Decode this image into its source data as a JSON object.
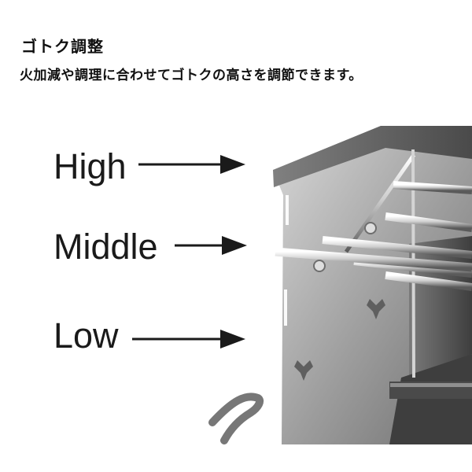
{
  "heading": {
    "title": "ゴトク調整",
    "description": "火加減や調理に合わせてゴトクの高さを調節できます。"
  },
  "levels": [
    {
      "label": "High",
      "icon": "arrow-right-icon"
    },
    {
      "label": "Middle",
      "icon": "arrow-right-icon"
    },
    {
      "label": "Low",
      "icon": "arrow-right-icon"
    }
  ],
  "colors": {
    "text": "#111111",
    "arrow": "#1a1a1a",
    "steel_light": "#e8e8e8",
    "steel_mid": "#b5b5b5",
    "steel_dark": "#5d5d5d"
  }
}
